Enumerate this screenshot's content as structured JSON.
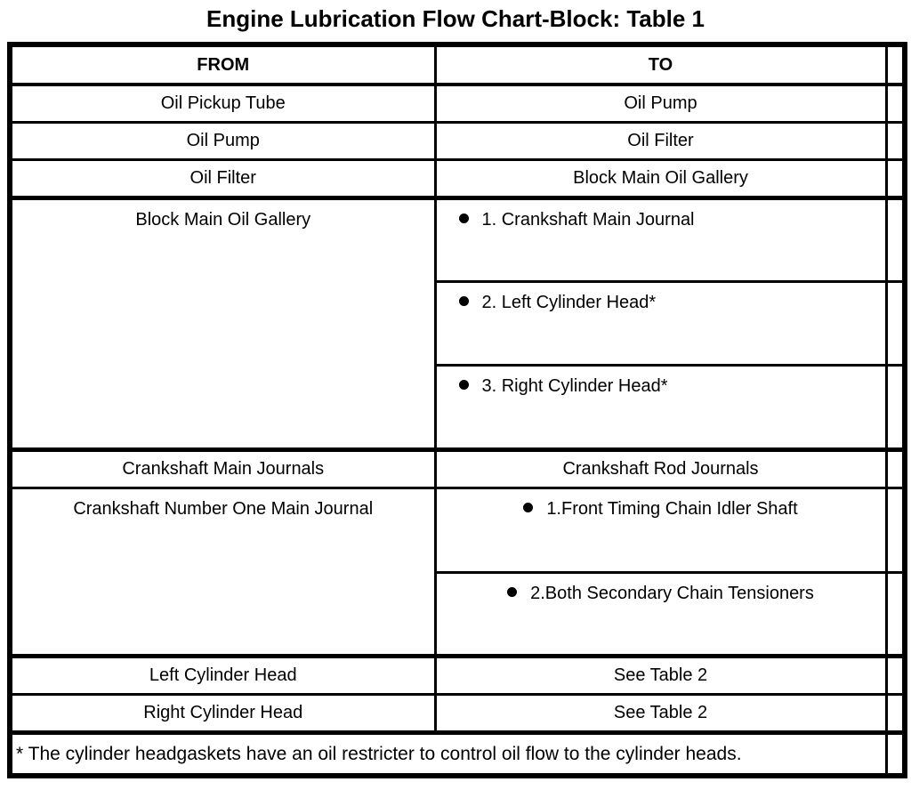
{
  "page": {
    "title": "Engine Lubrication Flow Chart-Block: Table 1"
  },
  "table": {
    "headers": {
      "from": "FROM",
      "to": "TO"
    },
    "rows": [
      {
        "from": "Oil Pickup Tube",
        "to": "Oil Pump"
      },
      {
        "from": "Oil Pump",
        "to": "Oil Filter"
      },
      {
        "from": "Oil Filter",
        "to": "Block Main Oil Gallery"
      },
      {
        "from": "Block Main Oil Gallery",
        "to_items": [
          "1. Crankshaft Main Journal",
          "2. Left Cylinder Head*",
          "3. Right Cylinder Head*"
        ]
      },
      {
        "from": "Crankshaft Main Journals",
        "to": "Crankshaft Rod Journals"
      },
      {
        "from": "Crankshaft Number One Main Journal",
        "to_items": [
          "1.Front Timing Chain Idler Shaft",
          "2.Both Secondary Chain Tensioners"
        ]
      },
      {
        "from": "Left Cylinder Head",
        "to": "See Table 2"
      },
      {
        "from": "Right Cylinder Head",
        "to": "See Table 2"
      }
    ],
    "footnote": "* The cylinder headgaskets have an oil restricter to control oil flow to the cylinder heads."
  },
  "colors": {
    "text": "#000000",
    "border": "#000000",
    "background": "#ffffff"
  }
}
